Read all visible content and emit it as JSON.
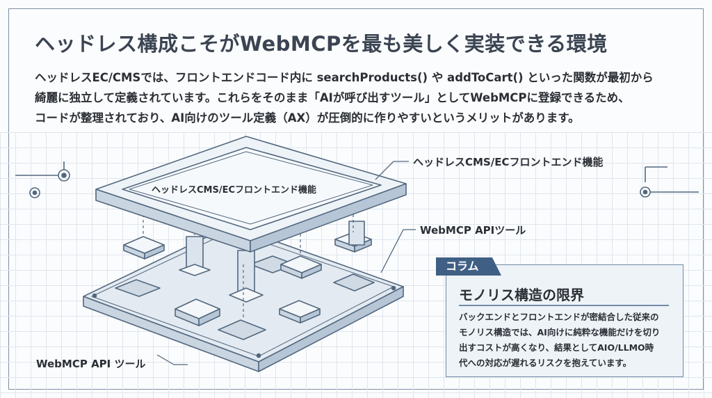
{
  "title": "ヘッドレス構成こそがWebMCPを最も美しく実装できる環境",
  "intro_lines": [
    "ヘッドレスEC/CMSでは、フロントエンドコード内に searchProducts() や addToCart() といった関数が最初から",
    "綺麗に独立して定義されています。これらをそのまま「AIが呼び出すツール」としてWebMCPに登録できるため、",
    "コードが整理されており、AI向けのツール定義（AX）が圧倒的に作りやすいというメリットがあります。"
  ],
  "diagram": {
    "top_plate_text": "ヘッドレスCMS/ECフロントエンド機能",
    "callout_top": "ヘッドレスCMS/ECフロントエンド機能",
    "callout_middle": "WebMCP APIツール",
    "callout_bottom": "WebMCP API ツール"
  },
  "column": {
    "tag": "コラム",
    "heading": "モノリス構造の限界",
    "body_lines": [
      "バックエンドとフロントエンドが密結合した従来の",
      "モノリス構造では、AI向けに純粋な機能だけを切り",
      "出すコストが高くなり、結果としてAIO/LLMO時",
      "代への対応が遅れるリスクを抱えています。"
    ]
  },
  "colors": {
    "line": "#52677e",
    "plate_fill": "#eef3f8",
    "accent": "#3f5f84"
  }
}
